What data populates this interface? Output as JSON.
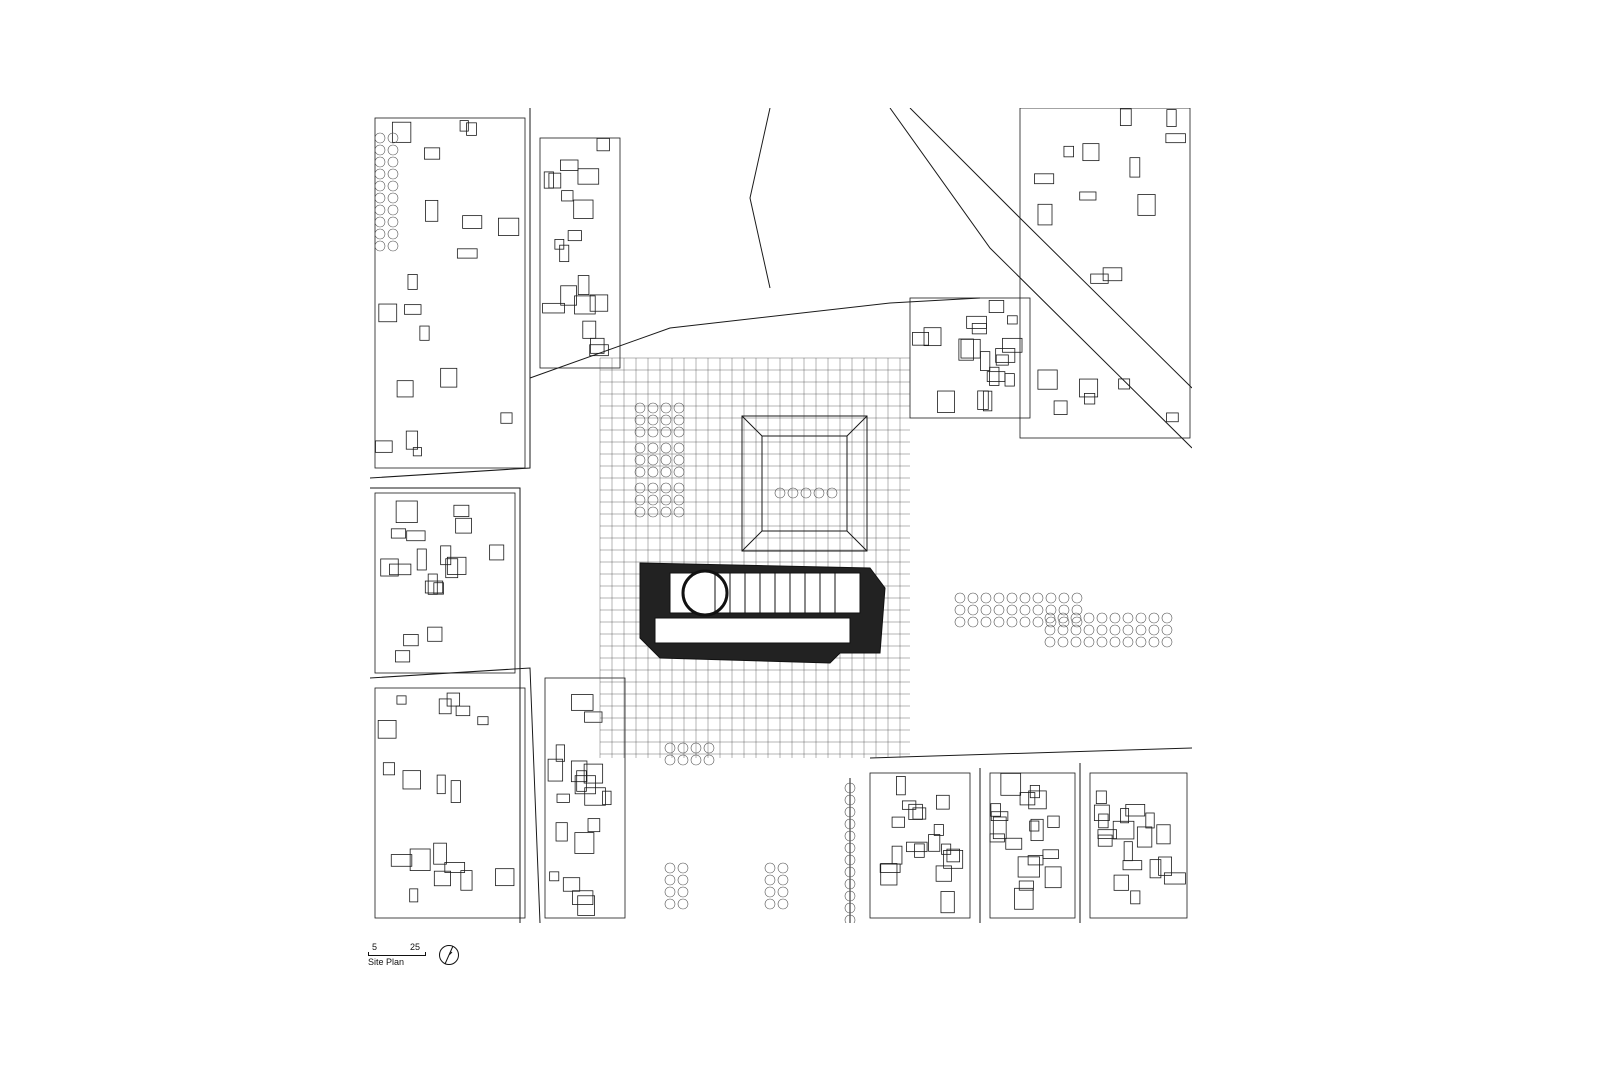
{
  "drawing": {
    "caption": "Site Plan",
    "scale_labels": [
      "5",
      "25"
    ],
    "north_icon": "north-arrow-icon",
    "line_color": "#1a1a1a",
    "tree_color": "#555555"
  }
}
